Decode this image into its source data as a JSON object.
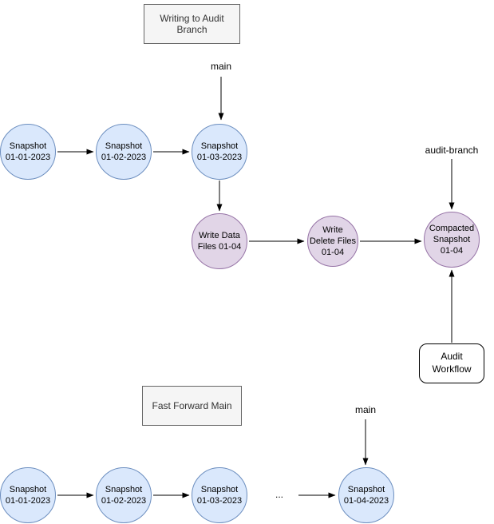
{
  "diagram": {
    "audit": {
      "title": "Writing to Audit\nBranch",
      "main_label": "main",
      "audit_branch_label": "audit-branch",
      "nodes": {
        "snap1": "Snapshot\n01-01-2023",
        "snap2": "Snapshot\n01-02-2023",
        "snap3": "Snapshot\n01-03-2023",
        "write_data": "Write Data\nFiles 01-04",
        "write_delete": "Write\nDelete Files\n01-04",
        "compacted": "Compacted\nSnapshot\n01-04",
        "workflow": "Audit\nWorkflow"
      }
    },
    "fastforward": {
      "title": "Fast Forward Main",
      "main_label": "main",
      "ellipsis": "...",
      "nodes": {
        "snap1": "Snapshot\n01-01-2023",
        "snap2": "Snapshot\n01-02-2023",
        "snap3": "Snapshot\n01-03-2023",
        "snap4": "Snapshot\n01-04-2023"
      }
    },
    "colors": {
      "snapshot_fill": "#dae8fc",
      "snapshot_border": "#6c8ebf",
      "audit_fill": "#e1d5e7",
      "audit_border": "#9673a6",
      "title_fill": "#f5f5f5",
      "title_border": "#666666",
      "arrow": "#000000"
    }
  }
}
